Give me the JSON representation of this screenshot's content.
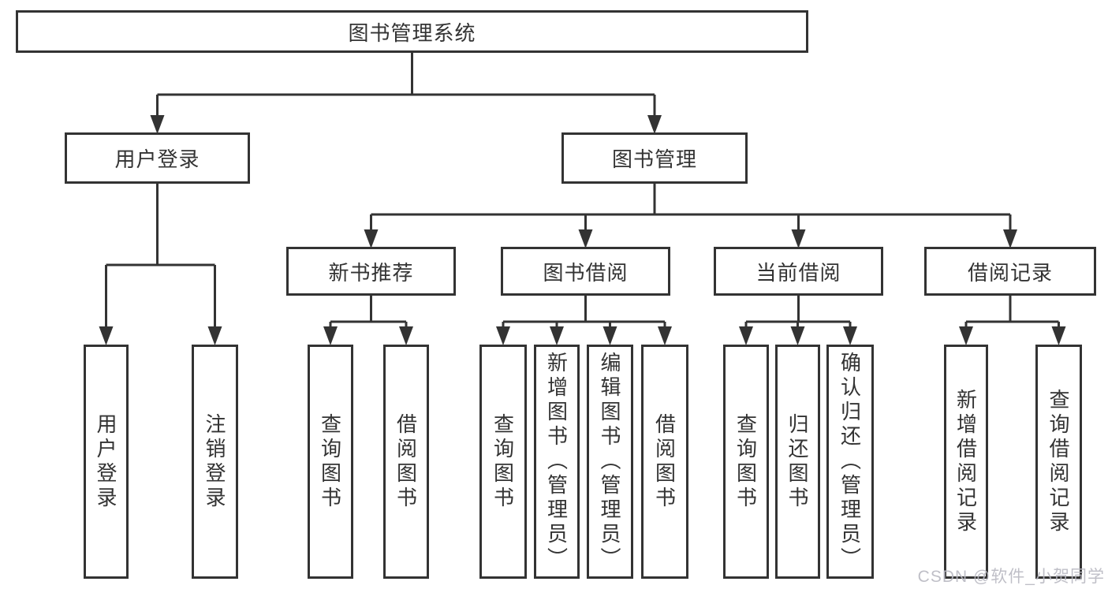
{
  "tree": {
    "label": "图书管理系统",
    "children": [
      {
        "label": "用户登录",
        "children": [
          {
            "label": "用户登录"
          },
          {
            "label": "注销登录"
          }
        ]
      },
      {
        "label": "图书管理",
        "children": [
          {
            "label": "新书推荐",
            "children": [
              {
                "label": "查询图书"
              },
              {
                "label": "借阅图书"
              }
            ]
          },
          {
            "label": "图书借阅",
            "children": [
              {
                "label": "查询图书"
              },
              {
                "label": "新增图书（管理员）"
              },
              {
                "label": "编辑图书（管理员）"
              },
              {
                "label": "借阅图书"
              }
            ]
          },
          {
            "label": "当前借阅",
            "children": [
              {
                "label": "查询图书"
              },
              {
                "label": "归还图书"
              },
              {
                "label": "确认归还（管理员）"
              }
            ]
          },
          {
            "label": "借阅记录",
            "children": [
              {
                "label": "新增借阅记录"
              },
              {
                "label": "查询借阅记录"
              }
            ]
          }
        ]
      }
    ]
  },
  "watermark": {
    "text": "CSDN @软件_小贺同学"
  },
  "colors": {
    "line": "#333333",
    "text": "#333333",
    "watermark": "#b9b9c2",
    "background": "#ffffff"
  }
}
